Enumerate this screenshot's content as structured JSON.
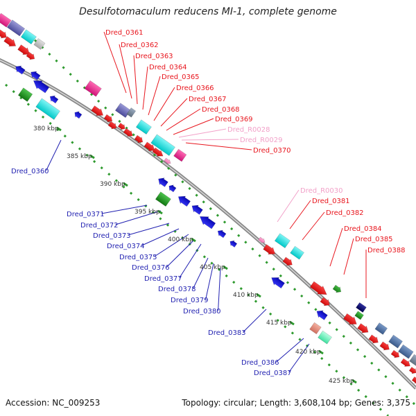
{
  "title": "Desulfotomaculum reducens MI-1, complete genome",
  "footer": {
    "accession": "Accession: NC_009253",
    "meta": "Topology: circular; Length: 3,608,104 bp; Genes: 3,375"
  },
  "colors": {
    "forward_label": "#e8141c",
    "reverse_label": "#1f1fb0",
    "rna_label": "#f2a0c8",
    "backbone": "#9a9a9a",
    "tick": "#2e9a2e"
  },
  "ticks": [
    "380 kbp",
    "385 kbp",
    "390 kbp",
    "395 kbp",
    "400 kbp",
    "405 kbp",
    "410 kbp",
    "415 kbp",
    "420 kbp",
    "425 kbp"
  ],
  "forward_labels": [
    "Dred_0361",
    "Dred_0362",
    "Dred_0363",
    "Dred_0364",
    "Dred_0365",
    "Dred_0366",
    "Dred_0367",
    "Dred_0368",
    "Dred_0369",
    "Dred_0370",
    "Dred_0381",
    "Dred_0382",
    "Dred_0384",
    "Dred_0385",
    "Dred_0388"
  ],
  "rna_labels": [
    "Dred_R0028",
    "Dred_R0029",
    "Dred_R0030"
  ],
  "reverse_labels": [
    "Dred_0360",
    "Dred_0371",
    "Dred_0372",
    "Dred_0373",
    "Dred_0374",
    "Dred_0375",
    "Dred_0376",
    "Dred_0377",
    "Dred_0378",
    "Dred_0379",
    "Dred_0380",
    "Dred_0383",
    "Dred_0386",
    "Dred_0387"
  ]
}
